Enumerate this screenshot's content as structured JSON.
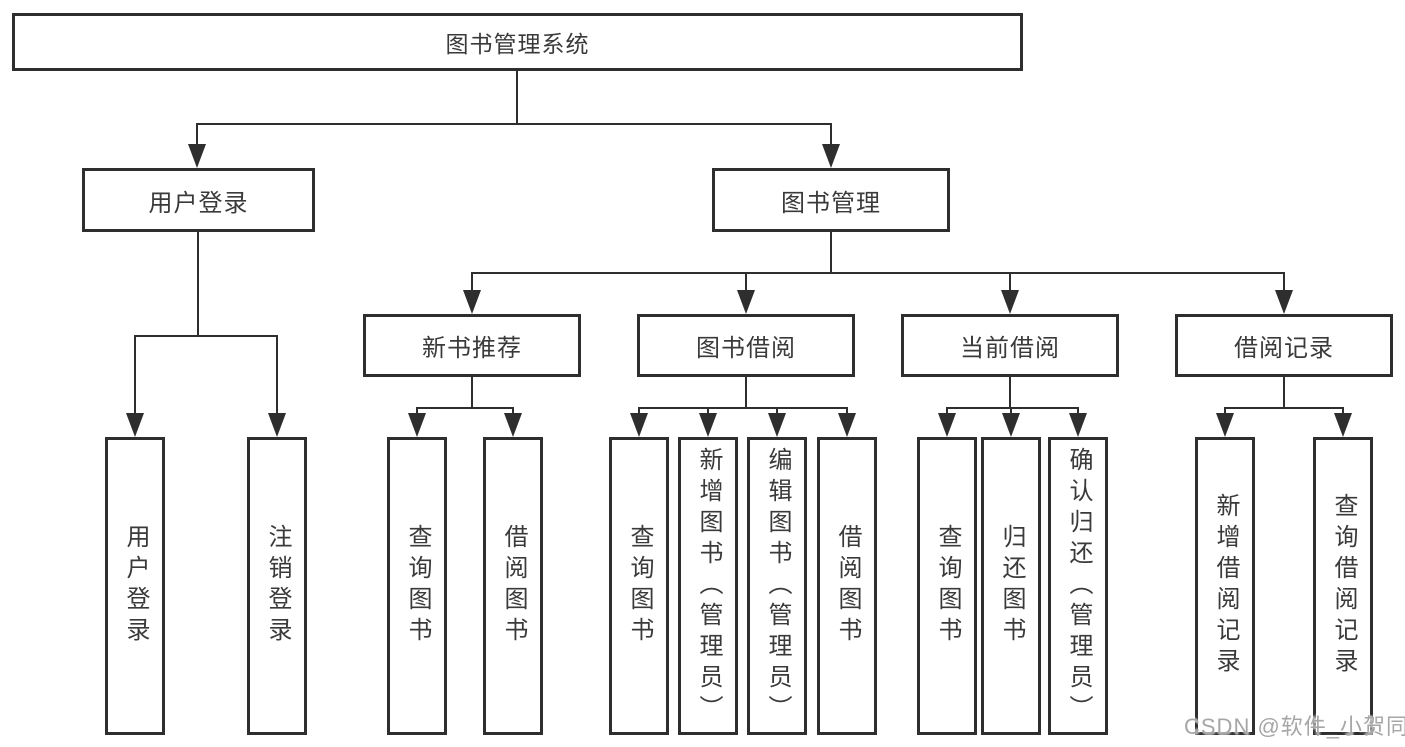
{
  "diagram": {
    "root": {
      "label": "图书管理系统"
    },
    "level2": [
      "用户登录",
      "图书管理"
    ],
    "level3": [
      "新书推荐",
      "图书借阅",
      "当前借阅",
      "借阅记录"
    ],
    "leaves": {
      "user_login": [
        "用户登录",
        "注销登录"
      ],
      "new_book_recommend": [
        "查询图书",
        "借阅图书"
      ],
      "book_borrow": [
        "查询图书",
        "新增图书（管理员）",
        "编辑图书（管理员）",
        "借阅图书"
      ],
      "current_borrow": [
        "查询图书",
        "归还图书",
        "确认归还（管理员）"
      ],
      "borrow_records": [
        "新增借阅记录",
        "查询借阅记录"
      ]
    },
    "colors": {
      "line": "#2e2e2e",
      "text": "#3a3a3a",
      "background": "#ffffff",
      "watermark": "#a6a6a6"
    },
    "watermark": "CSDN @软件_小贺同学"
  }
}
